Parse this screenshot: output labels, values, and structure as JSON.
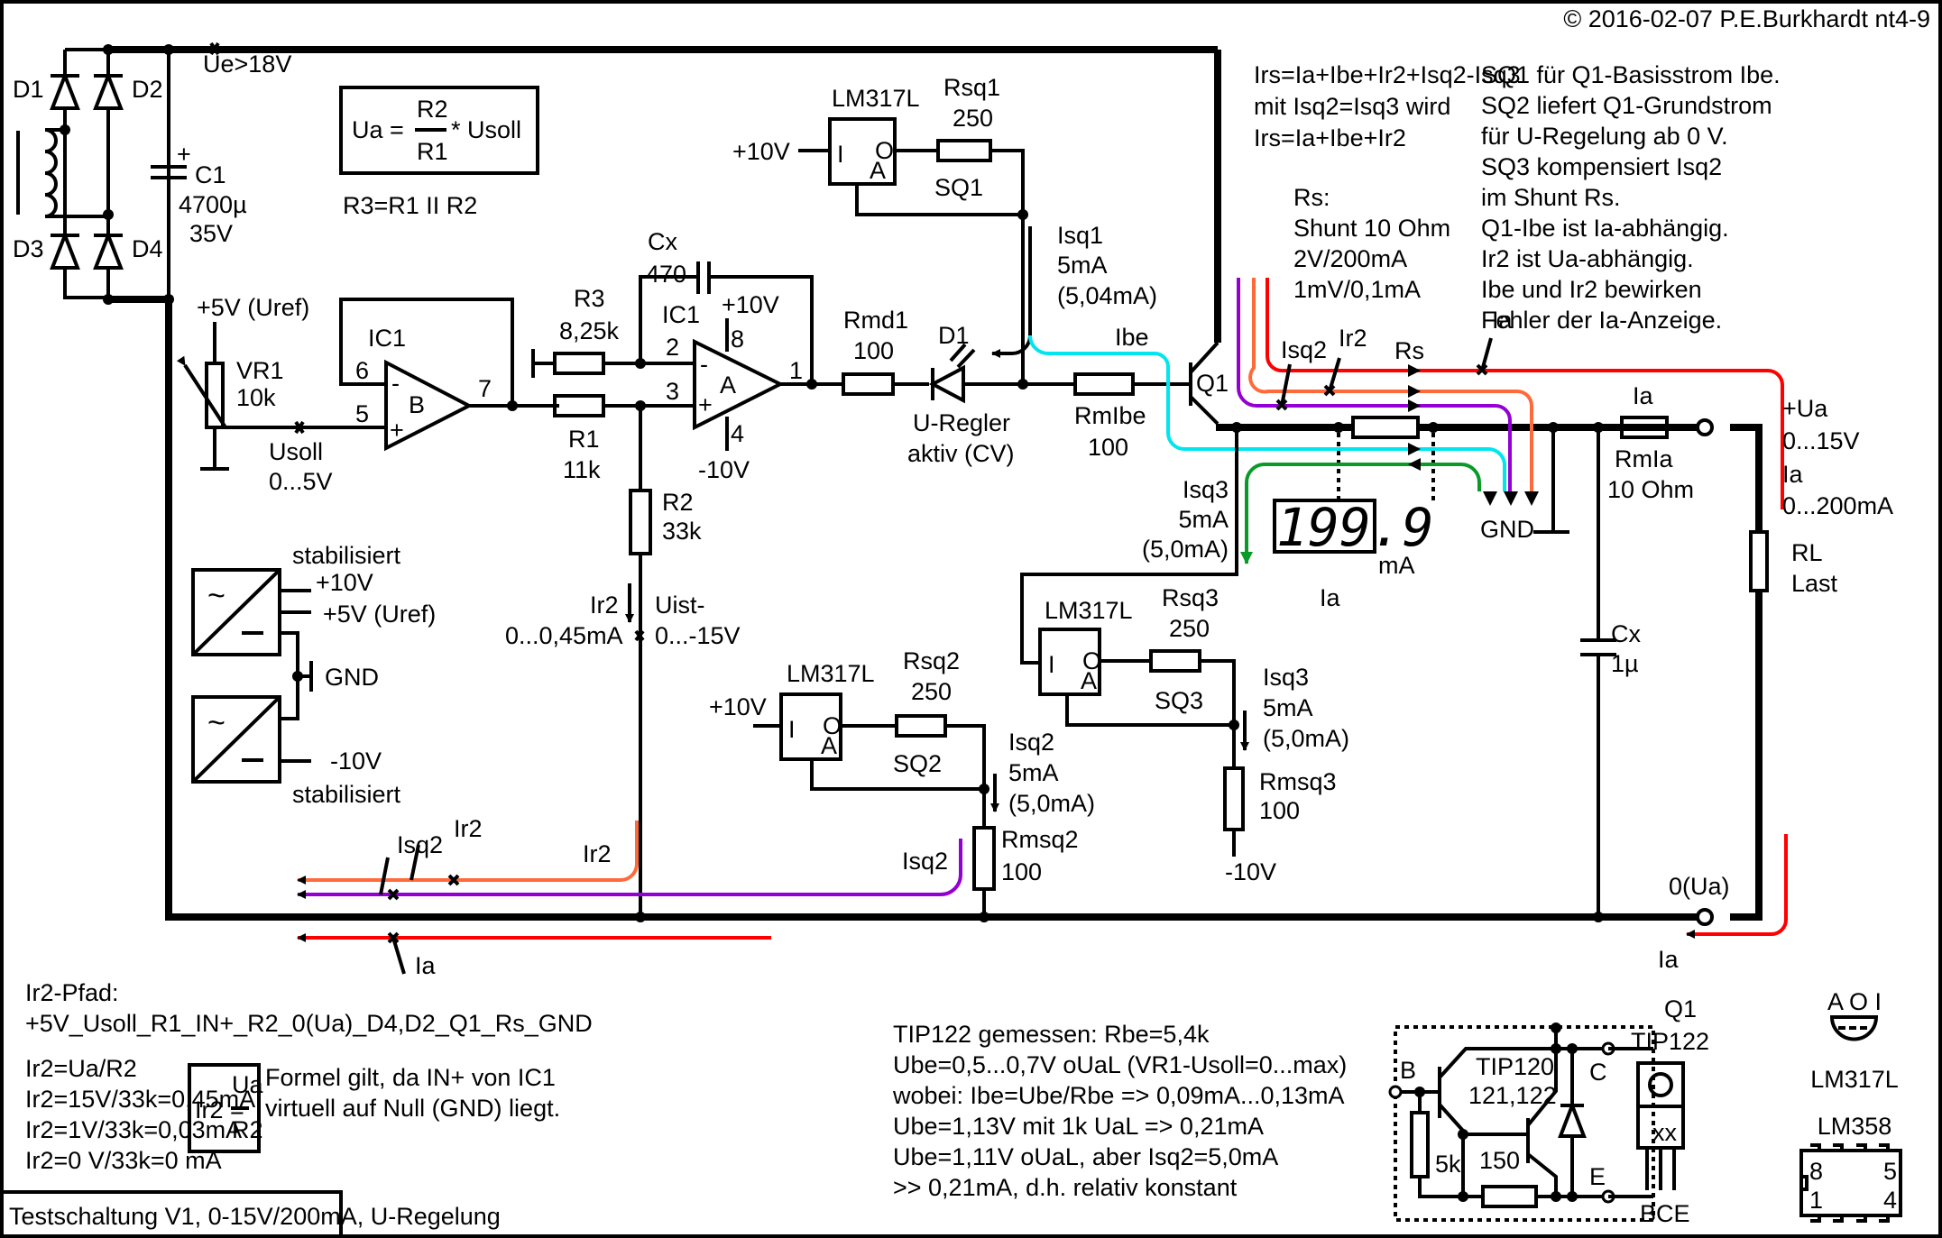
{
  "copyright": "© 2016-02-07 P.E.Burkhardt nt4-9",
  "title_box": "Testschaltung V1, 0-15V/200mA, U-Regelung",
  "rectifier": {
    "diodes": [
      "D1",
      "D2",
      "D3",
      "D4"
    ],
    "input_label": "Ue>18V",
    "cap_name": "C1",
    "cap_value": "4700µ",
    "cap_voltage": "35V",
    "cap_plus": "+"
  },
  "formula_ua": {
    "lhs": "Ua =",
    "num": "R2",
    "den": "R1",
    "rhs": "* Usoll"
  },
  "r3_note": "R3=R1 II R2",
  "vref": {
    "label": "+5V (Uref)",
    "pot_name": "VR1",
    "pot_value": "10k",
    "usoll": "Usoll",
    "usoll_range": "0...5V"
  },
  "opamp_b": {
    "name": "IC1",
    "unit": "B",
    "pin_minus": "6",
    "pin_plus": "5",
    "pin_out": "7",
    "minus": "-",
    "plus": "+"
  },
  "opamp_a": {
    "name": "IC1",
    "unit": "A",
    "pin_minus": "2",
    "pin_plus": "3",
    "pin_out": "1",
    "pin_vp": "8",
    "pin_vn": "4",
    "vp": "+10V",
    "vn": "-10V",
    "minus": "-",
    "plus": "+"
  },
  "resistors": {
    "r3": {
      "name": "R3",
      "value": "8,25k"
    },
    "r1": {
      "name": "R1",
      "value": "11k"
    },
    "r2": {
      "name": "R2",
      "value": "33k"
    },
    "rmd1": {
      "name": "Rmd1",
      "value": "100"
    },
    "rmibe": {
      "name": "RmIbe",
      "value": "100"
    },
    "rs": {
      "name": "Rs"
    },
    "rmia": {
      "name": "RmIa",
      "value": "10 Ohm"
    },
    "rl": {
      "name": "RL",
      "value": "Last"
    },
    "rmsq2": {
      "name": "Rmsq2",
      "value": "100"
    },
    "rmsq3": {
      "name": "Rmsq3",
      "value": "100"
    }
  },
  "cx_feedback": {
    "name": "Cx",
    "value": "470"
  },
  "cx_out": {
    "name": "Cx",
    "value": "1µ"
  },
  "led": {
    "name": "D1",
    "caption1": "U-Regler",
    "caption2": "aktiv (CV)"
  },
  "q1": {
    "name": "Q1"
  },
  "sq1": {
    "ic": "LM317L",
    "in_pin": "I",
    "adj_pin": "A",
    "out_pin": "O",
    "supply": "+10V",
    "r_name": "Rsq1",
    "r_value": "250",
    "label": "SQ1",
    "i_name": "Isq1",
    "i_nom": "5mA",
    "i_meas": "(5,04mA)"
  },
  "sq2": {
    "ic": "LM317L",
    "in_pin": "I",
    "adj_pin": "A",
    "out_pin": "O",
    "supply": "+10V",
    "r_name": "Rsq2",
    "r_value": "250",
    "label": "SQ2",
    "i_name": "Isq2",
    "i_nom": "5mA",
    "i_meas": "(5,0mA)"
  },
  "sq3": {
    "ic": "LM317L",
    "in_pin": "I",
    "adj_pin": "A",
    "out_pin": "O",
    "supply": "-10V",
    "r_name": "Rsq3",
    "r_value": "250",
    "label": "SQ3",
    "i_name": "Isq3",
    "i_nom": "5mA",
    "i_meas": "(5,0mA)"
  },
  "isq3_upper": {
    "name": "Isq3",
    "nom": "5mA",
    "meas": "(5,0mA)"
  },
  "ir2": {
    "name": "Ir2",
    "range": "0...0,45mA",
    "uist": "Uist-",
    "uist_range": "0...-15V"
  },
  "supplies": {
    "top_label": "stabilisiert",
    "p10": "+10V",
    "p5": "+5V (Uref)",
    "gnd": "GND",
    "n10": "-10V",
    "bottom_label": "stabilisiert",
    "ac_symbol": "~"
  },
  "current_labels": {
    "ibe": "Ibe",
    "isq2": "Isq2",
    "ir2": "Ir2",
    "ia": "Ia",
    "rs": "Rs"
  },
  "display": {
    "reading": "199.9",
    "unit": "mA",
    "caption": "Ia",
    "gnd": "GND"
  },
  "output": {
    "ia_label": "Ia",
    "plus_ua": "+Ua",
    "ua_range": "0...15V",
    "ia_name": "Ia",
    "ia_range": "0...200mA",
    "zero": "0(Ua)",
    "ret_ia": "Ia"
  },
  "bottom_paths": {
    "isq2": "Isq2",
    "ir2": "Ir2",
    "ir2_tail": "Ir2",
    "isq2_tail": "Isq2",
    "ia": "Ia"
  },
  "notes_irs": [
    "Irs=Ia+Ibe+Ir2+Isq2-Isq3",
    "mit Isq2=Isq3 wird",
    "Irs=Ia+Ibe+Ir2"
  ],
  "notes_rs": [
    "Rs:",
    "Shunt 10 Ohm",
    "2V/200mA",
    "1mV/0,1mA"
  ],
  "notes_sq": [
    "SQ1 für Q1-Basisstrom Ibe.",
    "SQ2 liefert Q1-Grundstrom",
    "für U-Regelung ab 0 V.",
    "SQ3 kompensiert Isq2",
    "im Shunt Rs.",
    "Q1-Ibe ist Ia-abhängig.",
    "Ir2 ist Ua-abhängig.",
    "Ibe und Ir2 bewirken",
    "Fehler der Ia-Anzeige."
  ],
  "ir2_path": [
    "Ir2-Pfad:",
    "+5V_Usoll_R1_IN+_R2_0(Ua)_D4,D2_Q1_Rs_GND"
  ],
  "ir2_calc": [
    "Ir2=Ua/R2",
    "Ir2=15V/33k=0,45mA",
    "Ir2=1V/33k=0,03mA",
    "Ir2=0 V/33k=0 mA"
  ],
  "formula_ir2": {
    "lhs": "Ir2 =",
    "num": "Ua",
    "den": "R2"
  },
  "formula_note": [
    "Formel gilt, da IN+ von IC1",
    "virtuell auf Null (GND) liegt."
  ],
  "tip_notes": [
    "TIP122 gemessen: Rbe=5,4k",
    "Ube=0,5...0,7V oUaL (VR1-Usoll=0...max)",
    "wobei: Ibe=Ube/Rbe => 0,09mA...0,13mA",
    "Ube=1,13V mit 1k UaL => 0,21mA",
    "Ube=1,11V oUaL, aber Isq2=5,0mA",
    ">> 0,21mA, d.h. relativ konstant"
  ],
  "darlington": {
    "b": "B",
    "c": "C",
    "e": "E",
    "type1": "TIP120",
    "type2": "121,122",
    "r1": "5k",
    "r2": "150"
  },
  "pkg_q1": {
    "name": "Q1",
    "type": "TIP122",
    "mark": "xx",
    "pins": "BCE"
  },
  "pkg_lm317": {
    "pins": "A O I",
    "name": "LM317L"
  },
  "pkg_lm358": {
    "name": "LM358",
    "p8": "8",
    "p5": "5",
    "p1": "1",
    "p4": "4"
  },
  "colors": {
    "ia": "#ff0000",
    "ir2": "#ff6a3a",
    "isq2": "#9400d3",
    "ibe": "#00e5ee",
    "isq3": "#0a9a2a"
  }
}
